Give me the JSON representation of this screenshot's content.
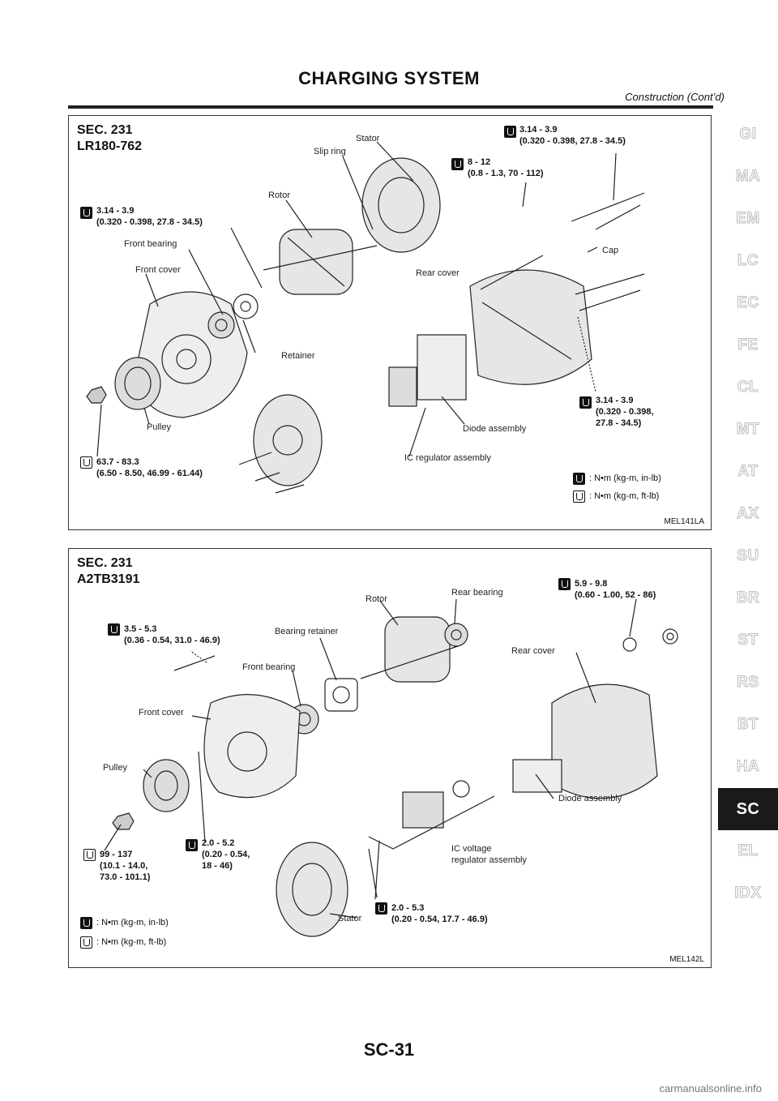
{
  "header": {
    "title": "CHARGING SYSTEM",
    "subtitle": "Construction (Cont’d)"
  },
  "figure1": {
    "section": "SEC. 231",
    "model": "LR180-762",
    "code": "MEL141LA",
    "labels": [
      "Stator",
      "Slip ring",
      "Rotor",
      "Front bearing",
      "Front cover",
      "Rear cover",
      "Cap",
      "Retainer",
      "Pulley",
      "Diode assembly",
      "IC regulator assembly"
    ],
    "specs": [
      {
        "l1": "3.14 - 3.9",
        "l2": "(0.320 - 0.398, 27.8 - 34.5)",
        "unit": "in"
      },
      {
        "l1": "8 - 12",
        "l2": "(0.8 - 1.3, 70 - 112)",
        "unit": "in"
      },
      {
        "l1": "3.14 - 3.9",
        "l2": "(0.320 - 0.398, 27.8 - 34.5)",
        "unit": "in"
      },
      {
        "l1": "3.14 - 3.9",
        "l2": "(0.320 - 0.398,",
        "l3": "27.8 - 34.5)",
        "unit": "in"
      },
      {
        "l1": "63.7 - 83.3",
        "l2": "(6.50 - 8.50, 46.99 - 61.44)",
        "unit": "ft"
      }
    ],
    "legend_in": ": N•m (kg-m, in-lb)",
    "legend_ft": ": N•m (kg-m, ft-lb)"
  },
  "figure2": {
    "section": "SEC. 231",
    "model": "A2TB3191",
    "code": "MEL142L",
    "labels": [
      "Rotor",
      "Rear bearing",
      "Bearing retainer",
      "Front bearing",
      "Rear cover",
      "Front cover",
      "Pulley",
      "Diode assembly",
      "IC voltage",
      "regulator assembly",
      "Stator"
    ],
    "specs": [
      {
        "l1": "5.9 - 9.8",
        "l2": "(0.60 - 1.00, 52 - 86)",
        "unit": "in"
      },
      {
        "l1": "3.5 - 5.3",
        "l2": "(0.36 - 0.54, 31.0 - 46.9)",
        "unit": "in"
      },
      {
        "l1": "2.0 - 5.2",
        "l2": "(0.20 - 0.54,",
        "l3": "18 - 46)",
        "unit": "in"
      },
      {
        "l1": "99 - 137",
        "l2": "(10.1 - 14.0,",
        "l3": "73.0 - 101.1)",
        "unit": "ft"
      },
      {
        "l1": "2.0 - 5.3",
        "l2": "(0.20 - 0.54, 17.7 - 46.9)",
        "unit": "in"
      }
    ],
    "legend_in": ": N•m (kg-m, in-lb)",
    "legend_ft": ": N•m (kg-m, ft-lb)"
  },
  "side_tabs": [
    "GI",
    "MA",
    "EM",
    "LC",
    "EC",
    "FE",
    "CL",
    "MT",
    "AT",
    "AX",
    "SU",
    "BR",
    "ST",
    "RS",
    "BT",
    "HA",
    "SC",
    "EL",
    "IDX"
  ],
  "active_tab": "SC",
  "page_number": "SC-31",
  "footer": "carmanualsonline.info"
}
